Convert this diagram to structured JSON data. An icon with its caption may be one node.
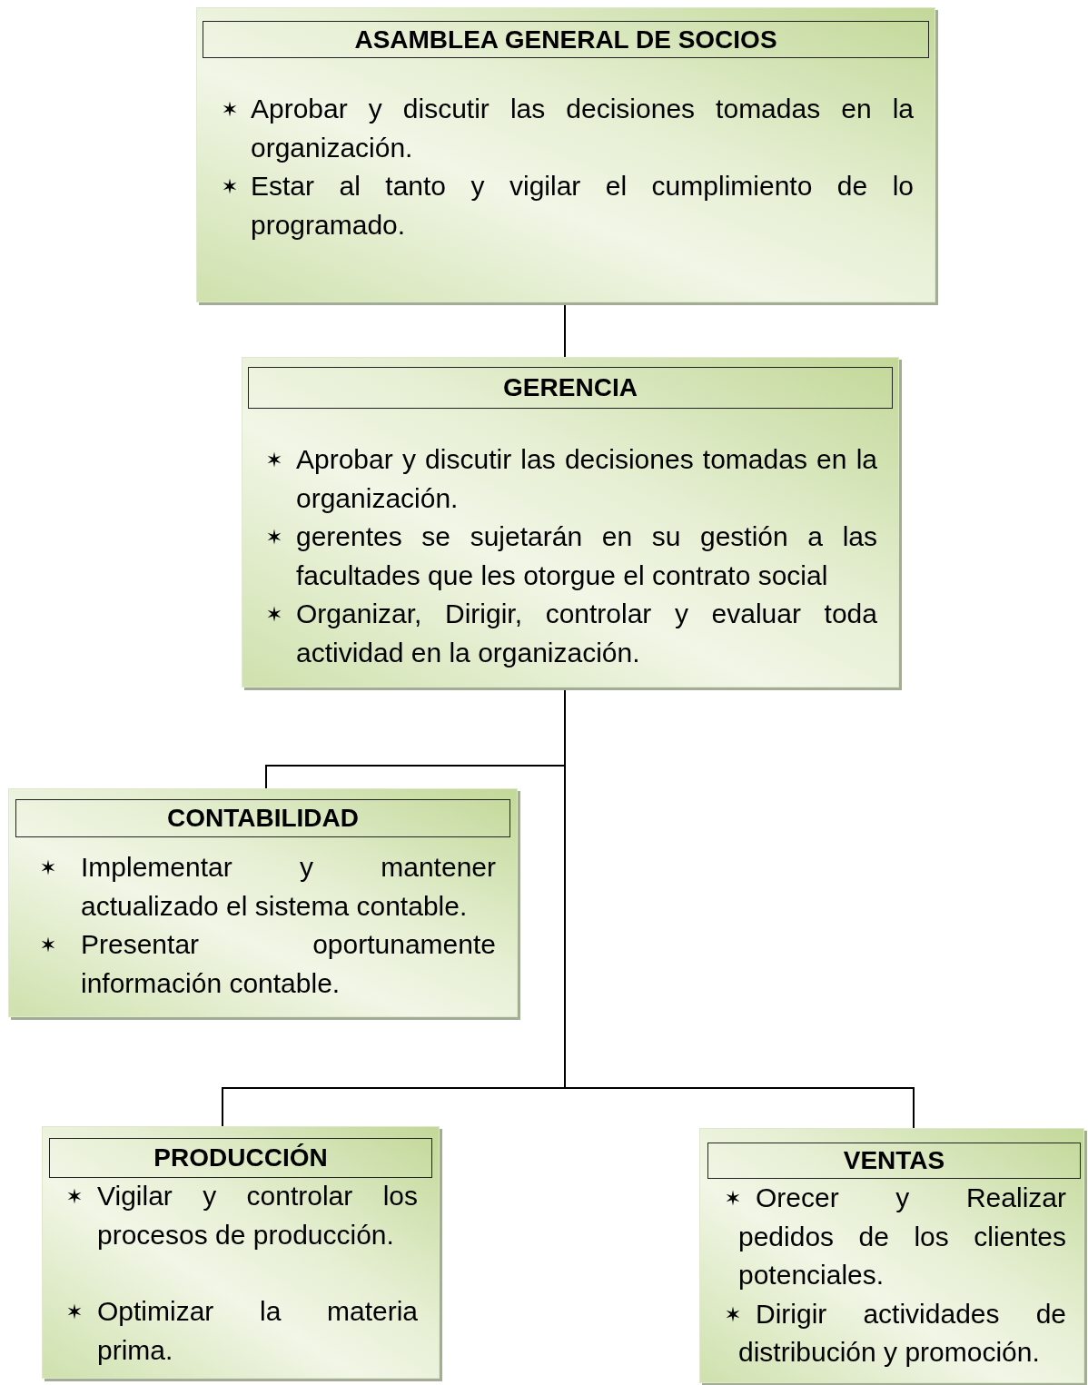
{
  "diagram": {
    "nodes": [
      {
        "text": [
          "ASAMBLEA GENERAL DE SOCIOS",
          "Aprobar y discutir las decisiones tomadas en la organización.",
          "Estar al tanto y vigilar el cumplimiento de lo programado."
        ]
      },
      {
        "text": [
          "GERENCIA",
          "Aprobar y discutir las decisiones tomadas en la organización.",
          "gerentes se sujetarán en su gestión a las facultades que les otorgue el contrato social",
          "Organizar, Dirigir, controlar y  evaluar toda actividad en la organización."
        ]
      },
      {
        "text": [
          "CONTABILIDAD",
          "Implementar y mantener actualizado el sistema contable.",
          "Presentar oportunamente información contable."
        ]
      },
      {
        "text": [
          "PRODUCCIÓN",
          "Vigilar y controlar los procesos de producción.",
          "Optimizar la materia prima."
        ]
      },
      {
        "text": [
          "VENTAS",
          "Orecer y Realizar pedidos de los clientes potenciales.",
          "Dirigir actividades de distribución y promoción."
        ]
      }
    ],
    "edges": [
      {
        "from": 0,
        "to": 1,
        "arrow": "none"
      },
      {
        "from": 1,
        "to": 2,
        "arrow": "none"
      },
      {
        "from": 1,
        "to": 3,
        "arrow": "none"
      },
      {
        "from": 1,
        "to": 4,
        "arrow": "none"
      }
    ]
  }
}
